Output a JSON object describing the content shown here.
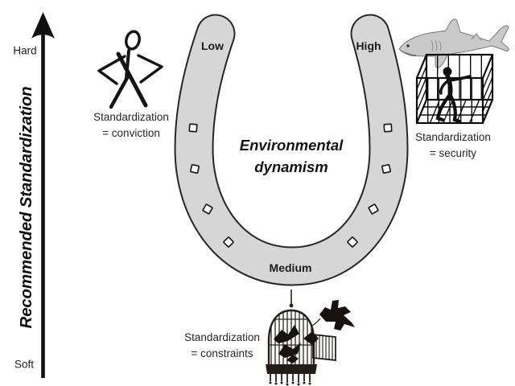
{
  "axis": {
    "title": "Recommended Standardization",
    "top_label": "Hard",
    "bottom_label": "Soft"
  },
  "horseshoe": {
    "left_label": "Low",
    "right_label": "High",
    "bottom_label": "Medium",
    "fill_color": "#d6d6d6",
    "outline_color": "#262626",
    "marker_count": 8
  },
  "center_title": {
    "line1": "Environmental",
    "line2": "dynamism"
  },
  "captions": {
    "conviction": {
      "line1": "Standardization",
      "line2": "= conviction"
    },
    "security": {
      "line1": "Standardization",
      "line2": "= security"
    },
    "constraints": {
      "line1": "Standardization",
      "line2": "= constraints"
    }
  },
  "icons": {
    "axis_arrow": "up-arrow-icon",
    "conviction": "confident-person-icon",
    "security_shark": "shark-icon",
    "security_cage": "shark-cage-icon",
    "constraints_cage": "open-birdcage-icon",
    "constraints_bird": "flying-bird-icon"
  }
}
